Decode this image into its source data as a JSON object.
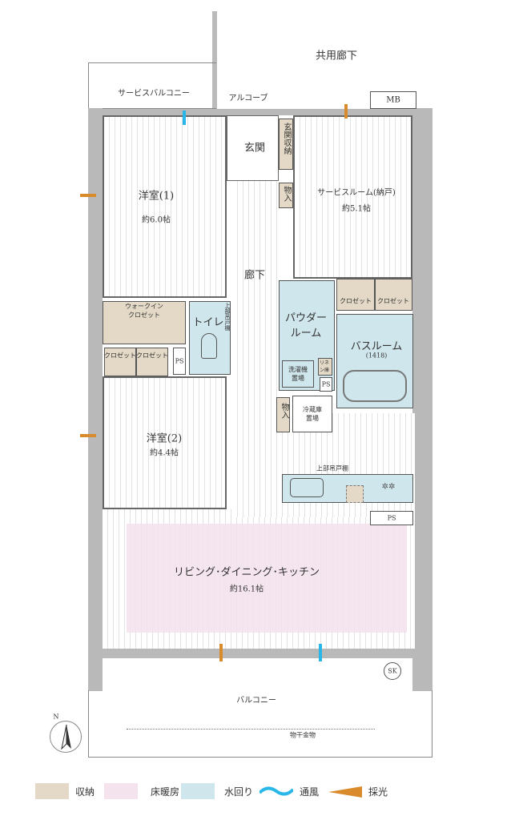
{
  "rooms": {
    "common_corridor": "共用廊下",
    "service_balcony": "サービスバルコニー",
    "alcove": "アルコーブ",
    "mb": "MB",
    "western1": {
      "name": "洋室(1)",
      "size": "約6.0帖"
    },
    "entrance": "玄関",
    "entrance_storage": "玄関収納",
    "storage": "物入",
    "service_room": {
      "name": "サービスルーム(納戸)",
      "size": "約5.1帖"
    },
    "hallway": "廊下",
    "walkin": "ウォークインクロゼット",
    "closet": "クロゼット",
    "ps": "PS",
    "toilet": "トイレ",
    "upper_cabinet": "上部吊戸棚",
    "powder": "パウダールーム",
    "bath": {
      "name": "バスルーム",
      "size": "(1418)"
    },
    "linen": "リネン庫",
    "washer": "洗濯機置場",
    "fridge": "冷蔵庫置場",
    "western2": {
      "name": "洋室(2)",
      "size": "約4.4帖"
    },
    "ldk": {
      "name": "リビング･ダイニング･キッチン",
      "size": "約16.1帖"
    },
    "balcony": "バルコニー",
    "drying": "物干金物",
    "sk": "SK"
  },
  "north": "N",
  "legend": [
    {
      "label": "収納",
      "color": "#e3d9c6"
    },
    {
      "label": "床暖房",
      "color": "#f4e2ec"
    },
    {
      "label": "水回り",
      "color": "#cfe6ec"
    },
    {
      "label": "通風",
      "color": "#29b6e8"
    },
    {
      "label": "採光",
      "color": "#d98a2b"
    }
  ]
}
